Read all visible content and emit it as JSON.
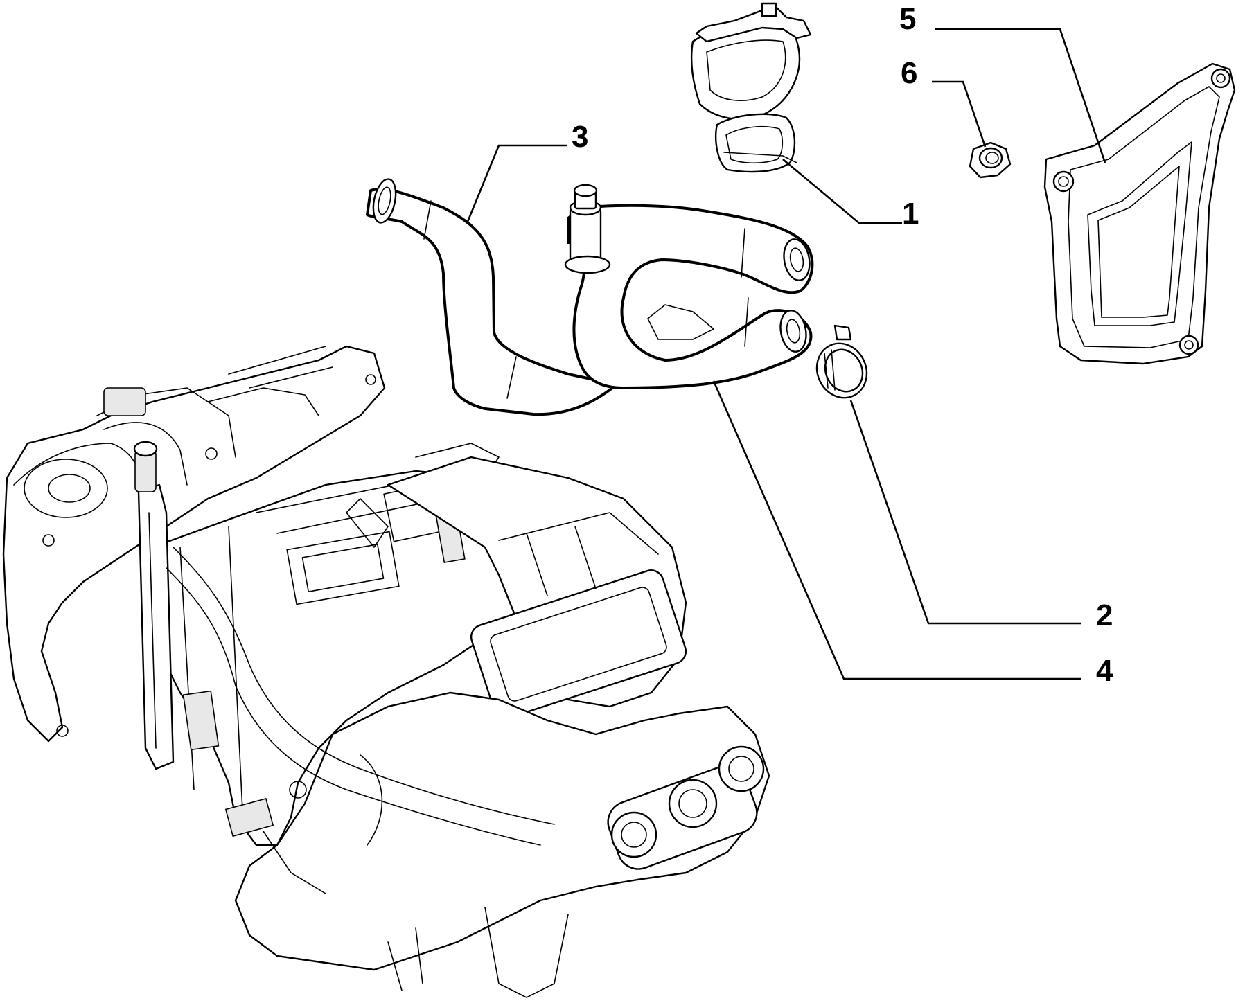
{
  "diagram": {
    "callouts": [
      {
        "id": "1",
        "label": "1"
      },
      {
        "id": "2",
        "label": "2"
      },
      {
        "id": "3",
        "label": "3"
      },
      {
        "id": "4",
        "label": "4"
      },
      {
        "id": "5",
        "label": "5"
      },
      {
        "id": "6",
        "label": "6"
      }
    ],
    "parts": [
      {
        "ref": "1",
        "icon": "hose-clip-icon"
      },
      {
        "ref": "2",
        "icon": "hose-clamp-icon"
      },
      {
        "ref": "3",
        "icon": "heater-hose-icon"
      },
      {
        "ref": "4",
        "icon": "heater-hose-icon"
      },
      {
        "ref": "5",
        "icon": "gasket-frame-icon"
      },
      {
        "ref": "6",
        "icon": "nut-icon"
      }
    ],
    "colors": {
      "line": "#000000",
      "background": "#ffffff"
    }
  }
}
